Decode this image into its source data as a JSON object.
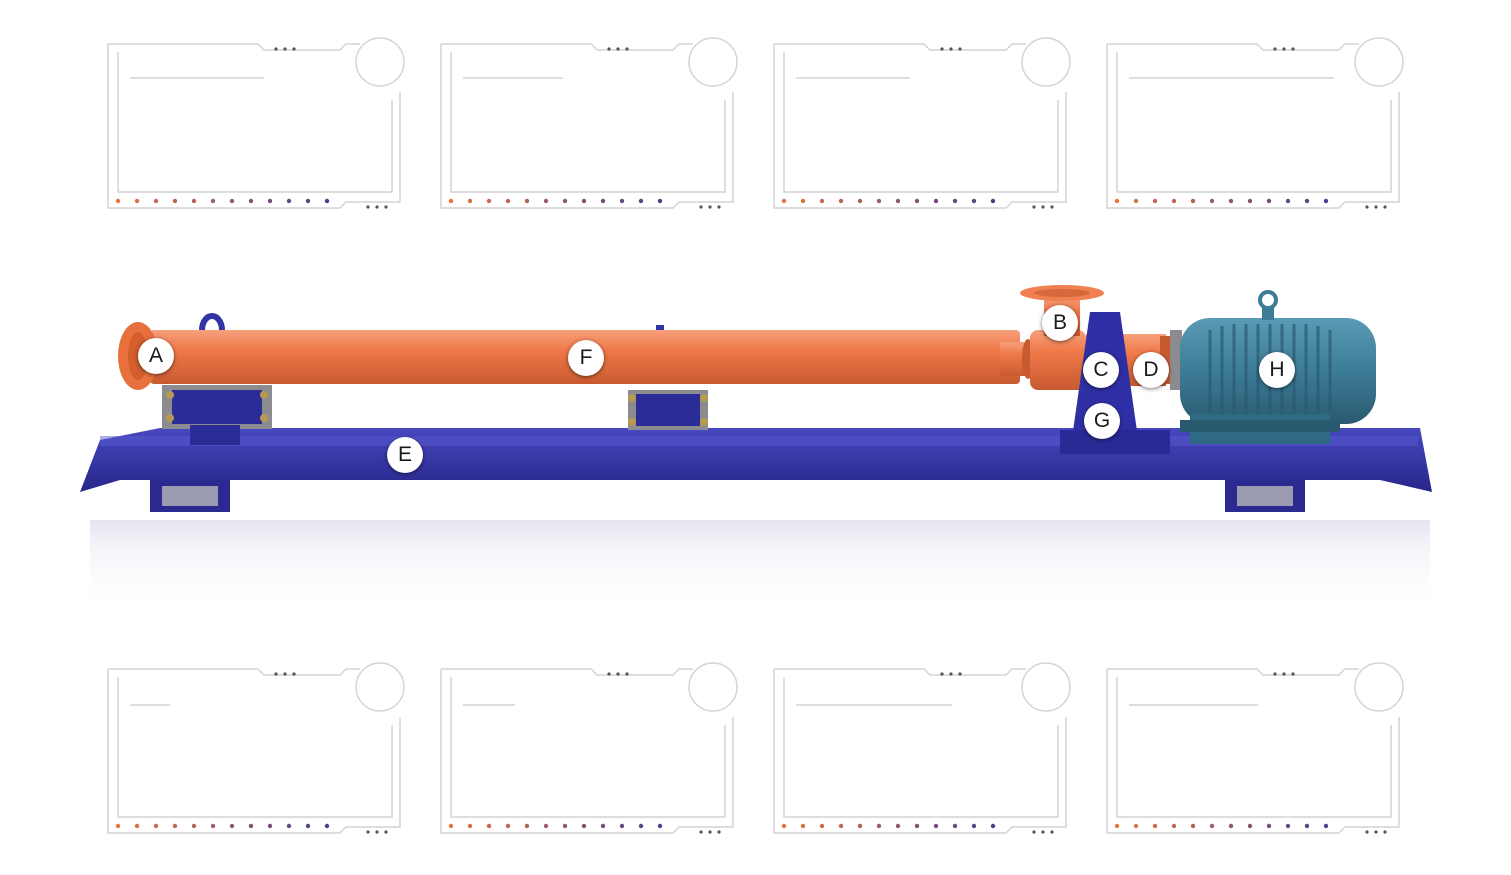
{
  "diagram": {
    "labels": [
      {
        "id": "A",
        "text": "A"
      },
      {
        "id": "B",
        "text": "B"
      },
      {
        "id": "C",
        "text": "C"
      },
      {
        "id": "D",
        "text": "D"
      },
      {
        "id": "E",
        "text": "E"
      },
      {
        "id": "F",
        "text": "F"
      },
      {
        "id": "G",
        "text": "G"
      },
      {
        "id": "H",
        "text": "H"
      }
    ],
    "colors": {
      "pump_body": "#f0784a",
      "base_frame": "#3434a8",
      "motor": "#3d7c97",
      "card_outline": "#d4d4d4",
      "dot_start": "#e8743c",
      "dot_end": "#4a3f8f"
    }
  }
}
